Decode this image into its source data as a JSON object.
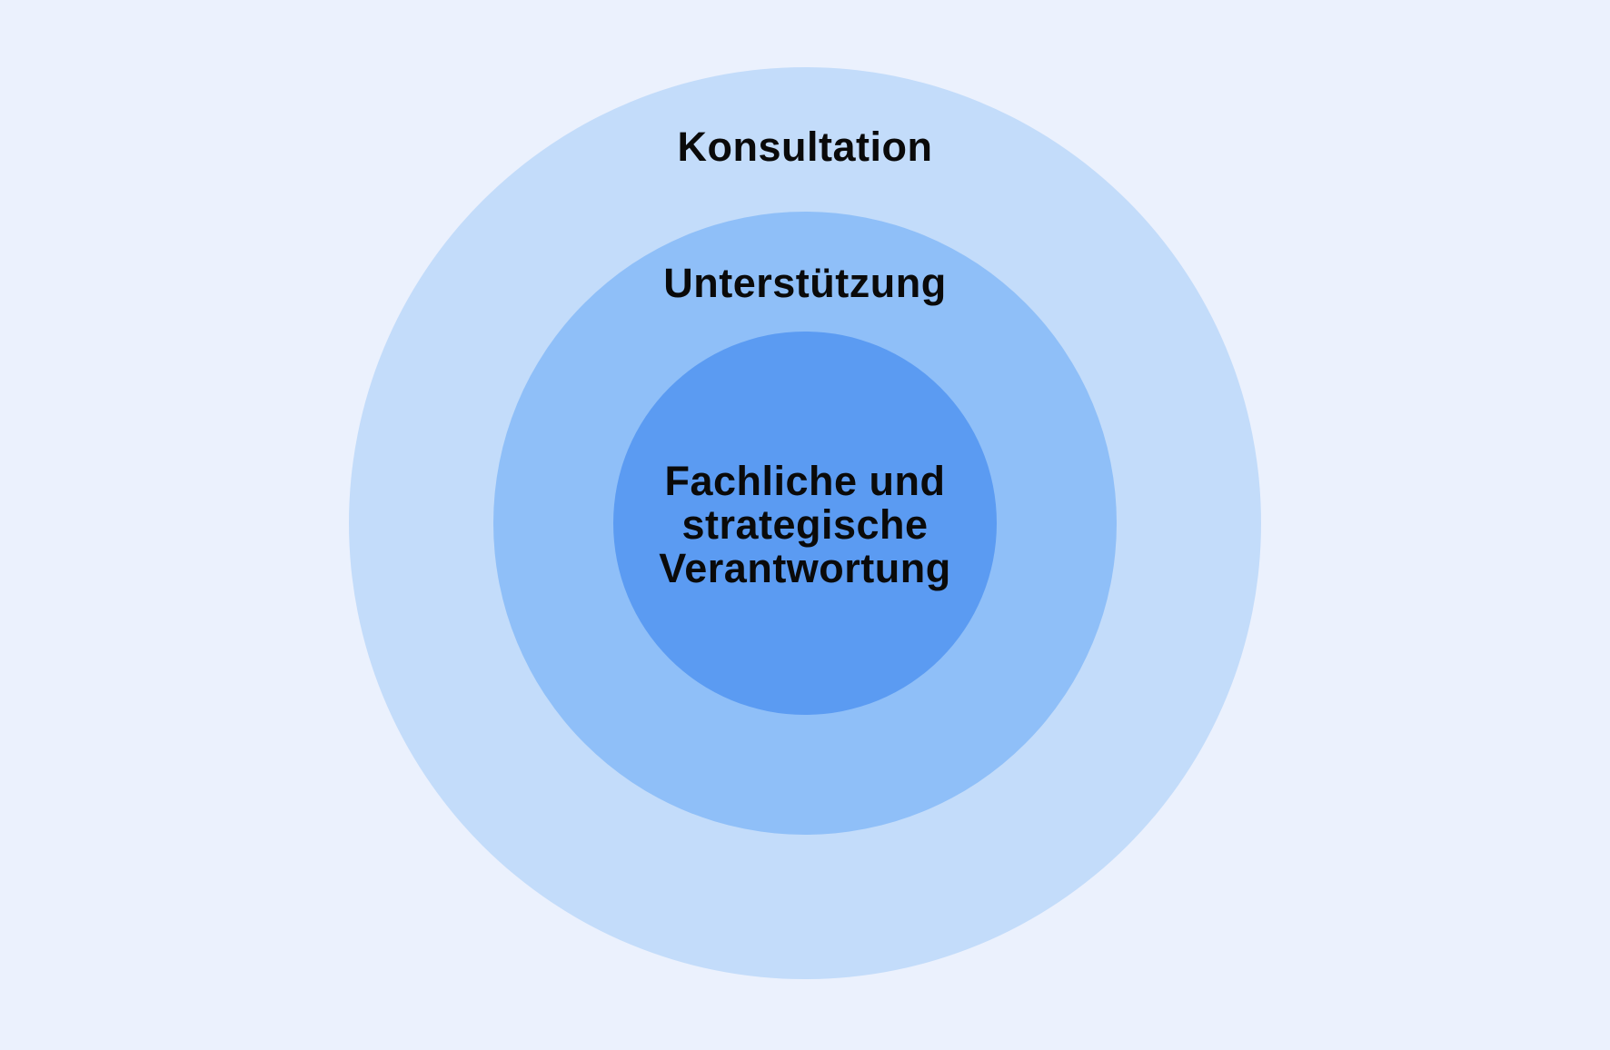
{
  "diagram": {
    "background_color": "#EBF1FD",
    "text_color": "#0A0A0A",
    "rings": [
      {
        "label": "Konsultation",
        "color": "#C3DCFA"
      },
      {
        "label": "Unterstützung",
        "color": "#8FBFF8"
      },
      {
        "label": "Fachliche und strategische Verantwortung",
        "lines": [
          "Fachliche und",
          "strategische",
          "Verantwortung"
        ],
        "color": "#5B9BF2"
      }
    ]
  }
}
